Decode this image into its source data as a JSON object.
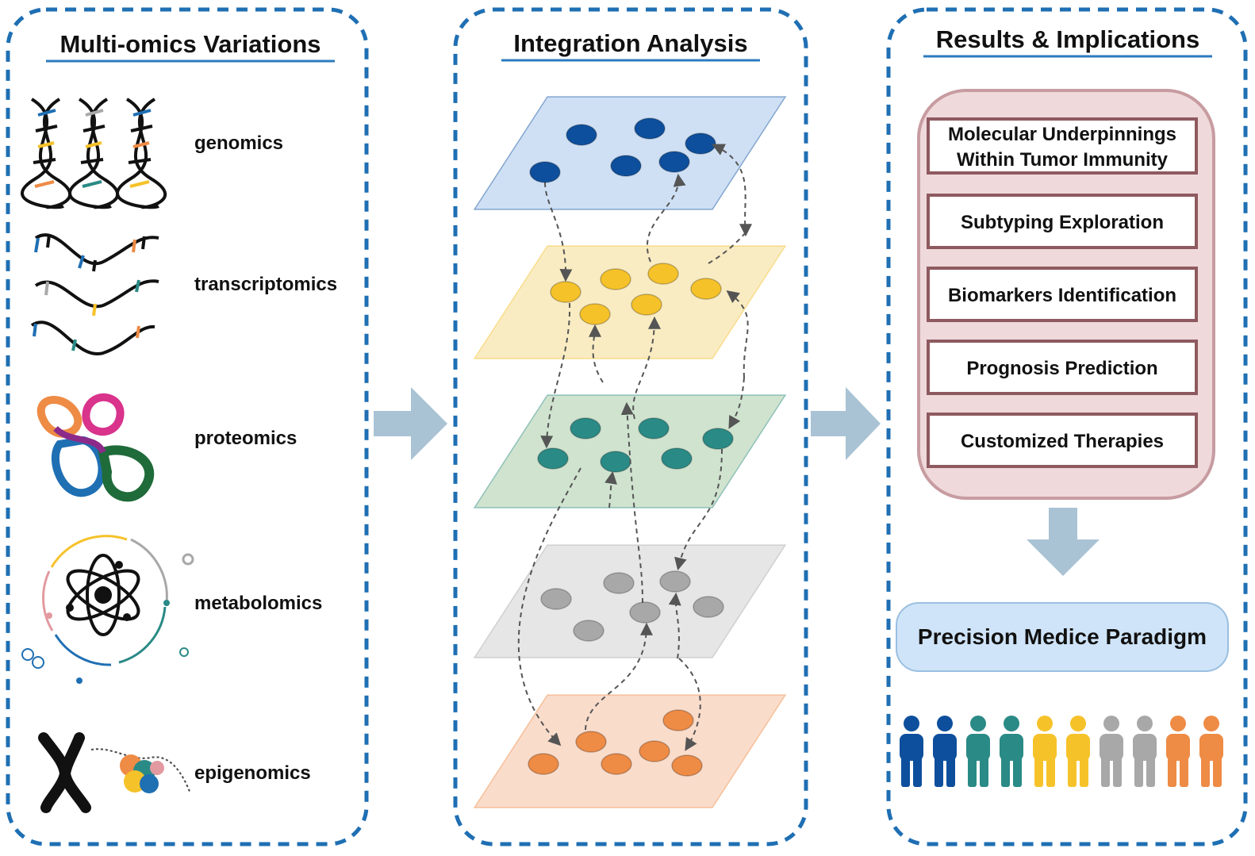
{
  "colors": {
    "dashed_border": "#1f6fb3",
    "title_underline": "#2b7bbf",
    "arrow": "#a9c3d4",
    "genomics": "#0d4f9c",
    "transcriptomics": "#f6c22a",
    "proteomics": "#2a8a86",
    "metabolomics": "#a8a8a8",
    "epigenomics": "#ee8b45",
    "results_bg": "#efd9db",
    "results_border": "#c79ca1",
    "box_border": "#8e5a5f",
    "paradigm_bg": "#cfe4f8"
  },
  "panels": {
    "variations": {
      "title": "Multi-omics Variations",
      "items": [
        {
          "label": "genomics",
          "icon": "dna-double-helix-icon"
        },
        {
          "label": "transcriptomics",
          "icon": "rna-strand-icon"
        },
        {
          "label": "proteomics",
          "icon": "protein-fold-icon"
        },
        {
          "label": "metabolomics",
          "icon": "atom-cycle-icon"
        },
        {
          "label": "epigenomics",
          "icon": "chromosome-icon"
        }
      ]
    },
    "integration": {
      "title": "Integration Analysis",
      "layers": [
        {
          "name": "genomics",
          "color": "#0d4f9c",
          "fill": "#cfe0f5"
        },
        {
          "name": "transcriptomics",
          "color": "#f6c22a",
          "fill": "#f9ecc2"
        },
        {
          "name": "proteomics",
          "color": "#2a8a86",
          "fill": "#cfe3cf"
        },
        {
          "name": "metabolomics",
          "color": "#a8a8a8",
          "fill": "#e6e6e6"
        },
        {
          "name": "epigenomics",
          "color": "#ee8b45",
          "fill": "#fadccb"
        }
      ]
    },
    "results": {
      "title": "Results & Implications",
      "boxes": [
        [
          "Molecular Underpinnings",
          "Within Tumor Immunity"
        ],
        [
          "Subtyping Exploration"
        ],
        [
          "Biomarkers Identification"
        ],
        [
          "Prognosis Prediction"
        ],
        [
          "Customized Therapies"
        ]
      ],
      "paradigm": "Precision Medice Paradigm",
      "people_colors": [
        "#0d4f9c",
        "#0d4f9c",
        "#2a8a86",
        "#2a8a86",
        "#f6c22a",
        "#f6c22a",
        "#a8a8a8",
        "#a8a8a8",
        "#ee8b45",
        "#ee8b45"
      ]
    }
  }
}
